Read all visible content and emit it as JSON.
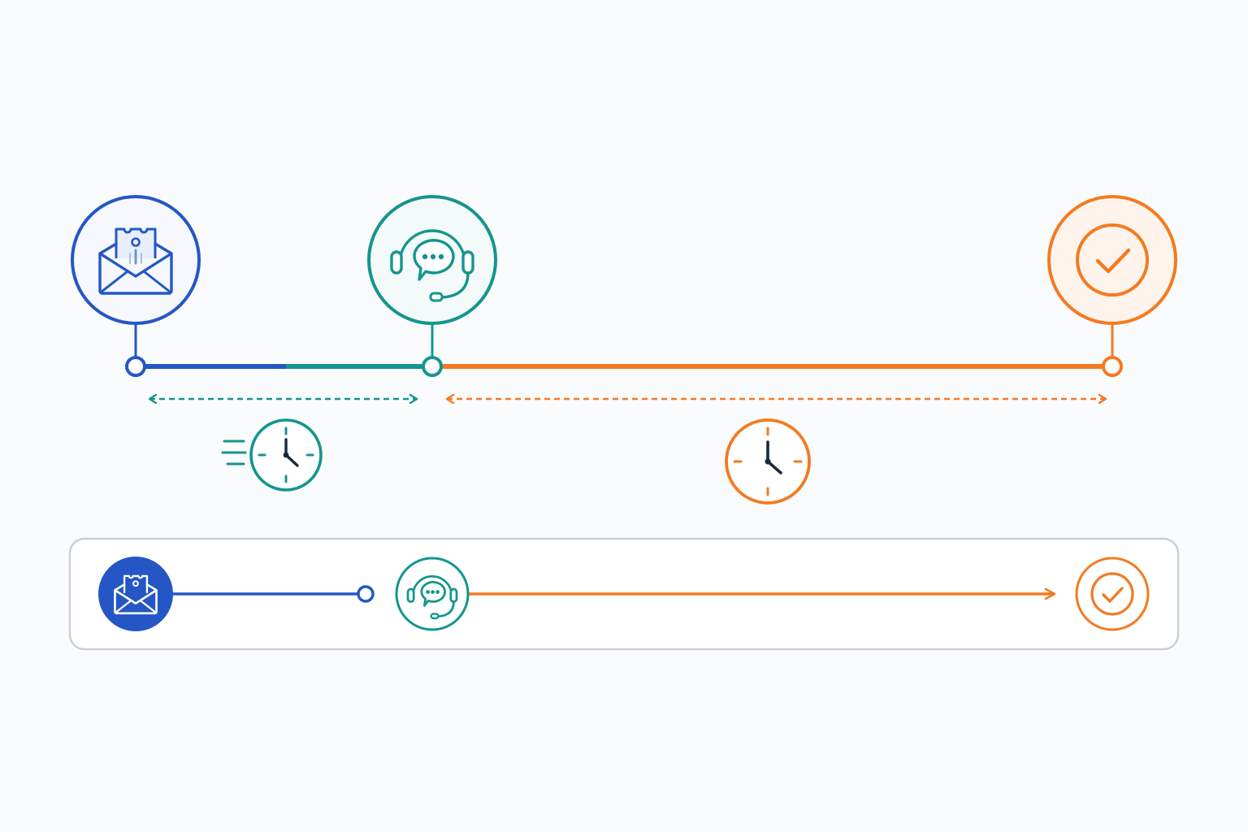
{
  "colors": {
    "blue": "#2457c5",
    "teal": "#14958f",
    "orange": "#f47a20",
    "panel_border": "#c9ced8",
    "background": "#fafbfc"
  },
  "stages": [
    {
      "name": "ticket-submitted",
      "icon": "ticket-envelope-icon",
      "color": "blue"
    },
    {
      "name": "agent-response",
      "icon": "support-headset-icon",
      "color": "teal"
    },
    {
      "name": "resolved",
      "icon": "check-circle-icon",
      "color": "orange"
    }
  ],
  "intervals": [
    {
      "from": "ticket-submitted",
      "to": "agent-response",
      "icon": "fast-clock-icon",
      "color": "teal"
    },
    {
      "from": "agent-response",
      "to": "resolved",
      "icon": "clock-icon",
      "color": "orange"
    }
  ],
  "summary": {
    "icons": [
      "ticket-envelope-icon",
      "support-headset-icon",
      "check-circle-icon"
    ]
  }
}
